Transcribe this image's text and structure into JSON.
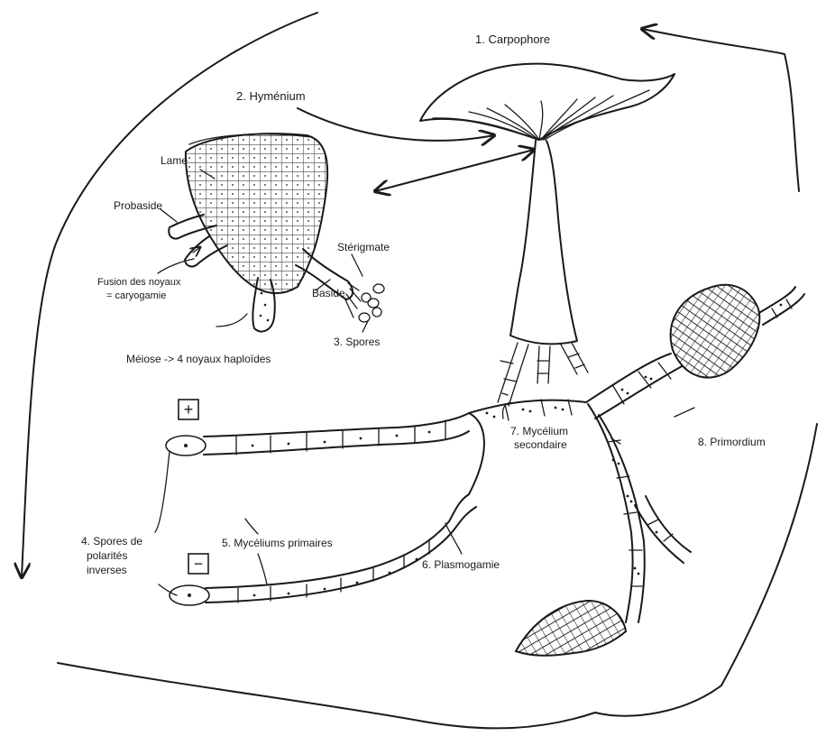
{
  "labels": {
    "carpophore": "1. Carpophore",
    "hymenium": "2. Hyménium",
    "lame": "Lame",
    "probaside": "Probaside",
    "fusion_line1": "Fusion des noyaux",
    "fusion_line2": "= caryogamie",
    "sterigmate": "Stérigmate",
    "baside": "Baside",
    "spores": "3. Spores",
    "meiose": "Méiose -> 4 noyaux haploïdes",
    "spores_polarite_line1": "4. Spores de",
    "spores_polarite_line2": "polarités",
    "spores_polarite_line3": "inverses",
    "plus_sign": "+",
    "minus_sign": "−",
    "mycelium_primaire": "5. Mycéliums primaires",
    "plasmogamie": "6. Plasmogamie",
    "mycelium_secondaire_line1": "7. Mycélium",
    "mycelium_secondaire_line2": "secondaire",
    "primordium": "8. Primordium"
  }
}
